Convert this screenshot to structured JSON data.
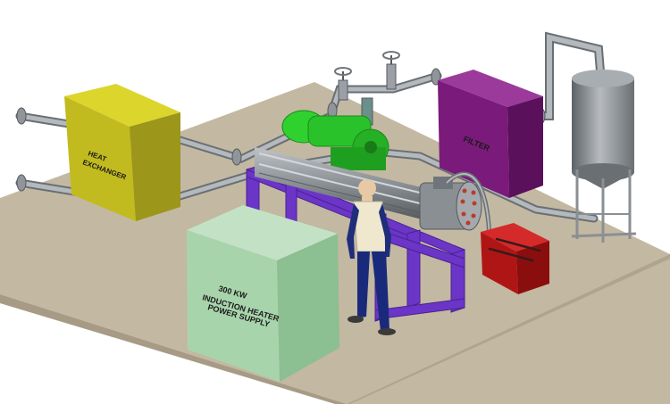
{
  "labels": {
    "heat_exchanger": [
      "HEAT",
      "EXCHANGER"
    ],
    "filter": "FILTER",
    "power_supply": [
      "300 KW",
      "INDUCTION HEATER",
      "POWER SUPPLY"
    ]
  },
  "colors": {
    "background": "#ffffff",
    "floor": "#c3b8a1",
    "floor_edge": "#a79b85",
    "heat_exchanger": "#c2bb1f",
    "pump": "#2fd12f",
    "filter_box": "#7a1a7a",
    "skid_frame": "#6b35c8",
    "power_supply": "#a8d4ac",
    "pump_control_box": "#c01818",
    "pipe": "#9aa0a6",
    "vessel": "#8c9196"
  }
}
